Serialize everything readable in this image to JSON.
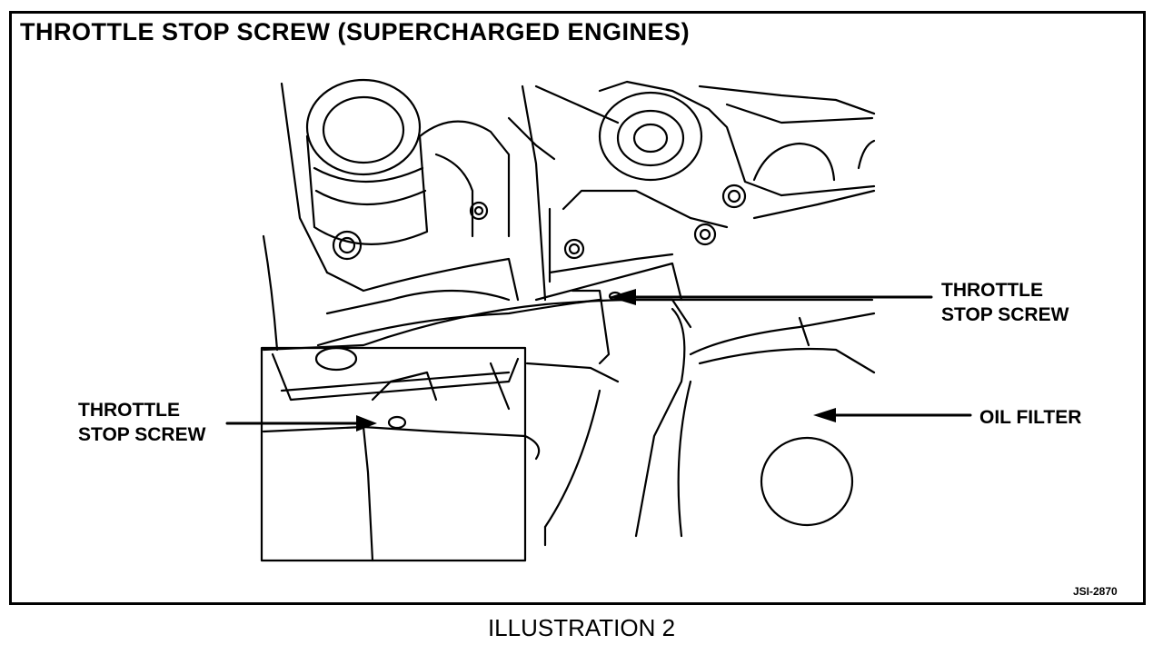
{
  "title": "THROTTLE STOP SCREW (SUPERCHARGED ENGINES)",
  "callouts": {
    "right": {
      "line1": "THROTTLE",
      "line2": "STOP SCREW"
    },
    "left": {
      "line1": "THROTTLE",
      "line2": "STOP SCREW"
    },
    "oil_filter": "OIL FILTER"
  },
  "figure_code": "JSI-2870",
  "caption": "ILLUSTRATION 2"
}
